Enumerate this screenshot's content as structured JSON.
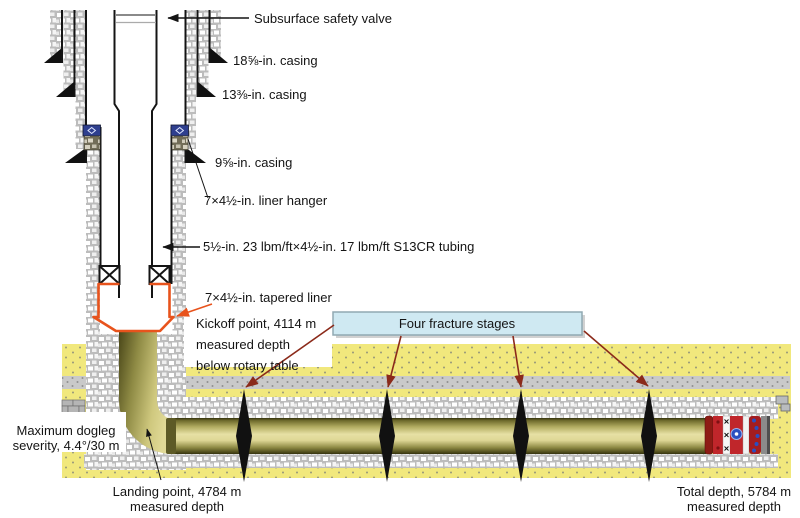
{
  "diagram": {
    "type": "well-completion-schematic",
    "labels": {
      "sssv": "Subsurface safety valve",
      "casing18": "18⅝-in. casing",
      "casing13": "13⅜-in. casing",
      "casing9": "9⅝-in. casing",
      "liner_hanger": "7×4½-in. liner hanger",
      "tubing": "5½-in. 23 lbm/ft×4½-in. 17 lbm/ft S13CR tubing",
      "tapered_liner": "7×4½-in. tapered liner",
      "kickoff_line1": "Kickoff point, 4114 m",
      "kickoff_line2": "measured depth",
      "kickoff_line3": "below rotary table",
      "frac_stages_box": "Four fracture stages",
      "dogleg_line1": "Maximum dogleg",
      "dogleg_line2": "severity, 4.4°/30 m",
      "landing_line1": "Landing point, 4784 m",
      "landing_line2": "measured depth",
      "total_line1": "Total depth, 5784 m",
      "total_line2": "measured depth"
    },
    "values": {
      "kickoff_depth_m": 4114,
      "landing_depth_m": 4784,
      "total_depth_m": 5784,
      "max_dogleg": "4.4°/30 m",
      "fracture_stage_count": 4
    },
    "colors": {
      "liner_highlight_orange": "#e8531c",
      "callout_arrow_red": "#8b2a1a",
      "frac_box_fill": "#cfe9f2",
      "frac_box_border": "#90a9b2",
      "formation_yellow": "#f1e87d",
      "shale_gray_band": "#c9c9c9",
      "cement_gravel_gray": "#bcbcbc",
      "pipe_olive_light": "#e6e0a4",
      "pipe_olive_dark": "#35330f",
      "hanger_blue": "#2f3f8f",
      "tool_red": "#c0262b",
      "tool_blue": "#2a4fc0",
      "frac_spindle_black": "#111111"
    }
  }
}
